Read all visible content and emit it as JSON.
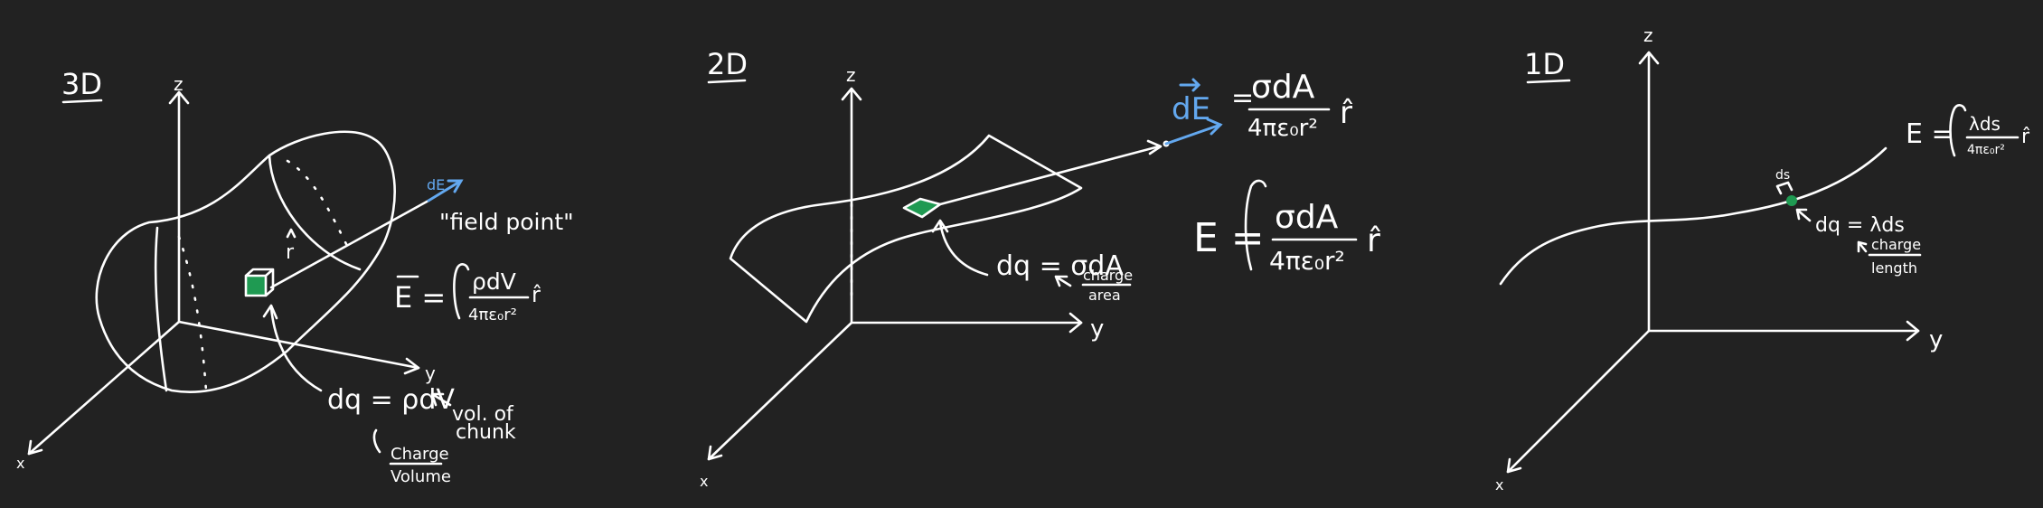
{
  "background_color": "#222222",
  "chalk_color": "#ffffff",
  "vector_color": "#63a8ef",
  "charge_color": "#1f9a52",
  "panel_3d": {
    "title": "3D",
    "axis_z": "z",
    "axis_y": "y",
    "axis_x": "x",
    "vector_label": "dE",
    "field_point_label": "\"field point\"",
    "r_label": "r",
    "formula_lhs": "E =",
    "formula_numerator": "ρdV",
    "formula_denominator": "4πε₀r²",
    "formula_unit": "r̂",
    "dq_label": "dq = ρdV",
    "charge_word": "Charge",
    "volume_word": "Volume",
    "vol_of_label": "vol. of",
    "chunk_label": "chunk"
  },
  "panel_2d": {
    "title": "2D",
    "axis_z": "z",
    "axis_y": "y",
    "axis_x": "x",
    "vector_label": "dE",
    "formula_top_lhs": "=",
    "formula_numerator": "σdA",
    "formula_denominator": "4πε₀r²",
    "formula_unit": "r̂",
    "formula_bottom_lhs": "E =",
    "dq_label": "dq = σdA",
    "charge_word": "charge",
    "area_word": "area"
  },
  "panel_1d": {
    "title": "1D",
    "axis_z": "z",
    "axis_y": "y",
    "axis_x": "x",
    "ds_label": "ds",
    "formula_lhs": "E =",
    "formula_numerator": "λds",
    "formula_denominator": "4πε₀r²",
    "formula_unit": "r̂",
    "dq_label": "dq = λds",
    "charge_word": "charge",
    "length_word": "length"
  }
}
